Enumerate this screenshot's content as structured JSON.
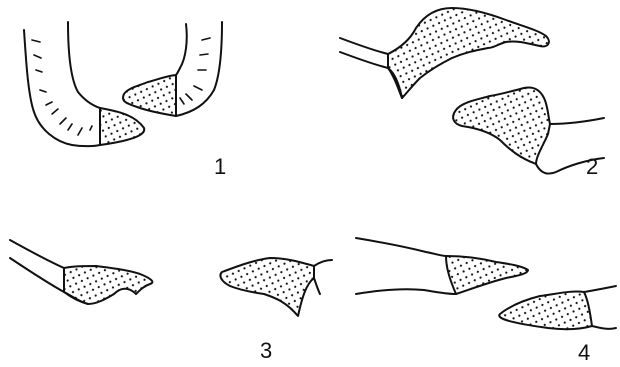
{
  "labels": {
    "fig1": "1",
    "fig2": "2",
    "fig3": "3",
    "fig4": "4"
  },
  "colors": {
    "ink": "#111111",
    "background": "#ffffff"
  }
}
